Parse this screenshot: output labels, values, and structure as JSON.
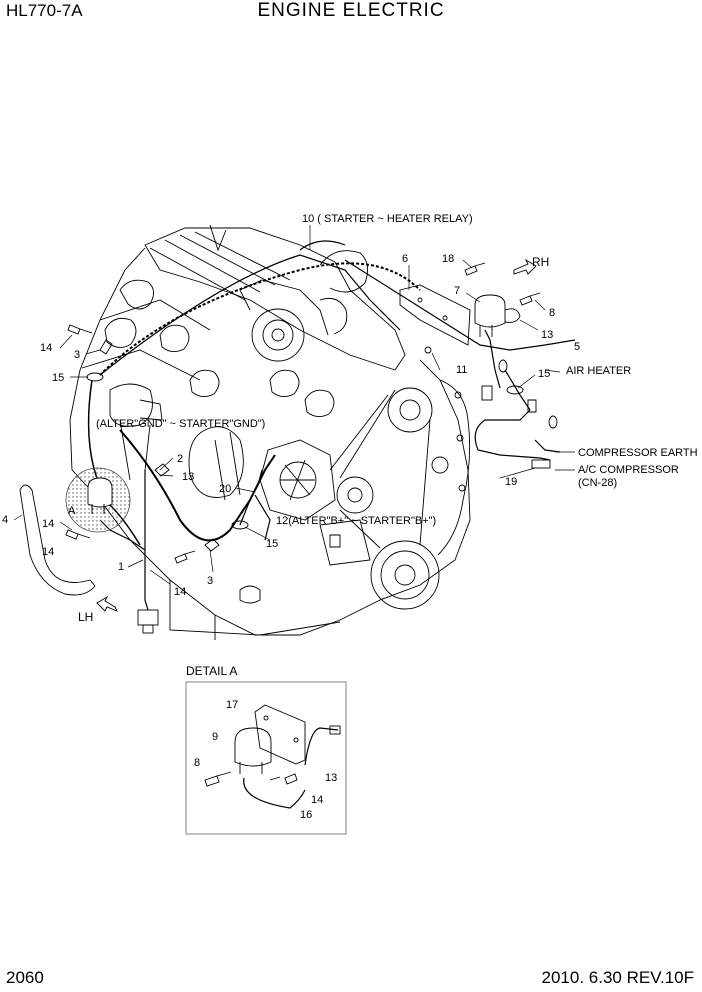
{
  "header": {
    "model": "HL770-7A",
    "title": "ENGINE ELECTRIC"
  },
  "footer": {
    "page_number": "2060",
    "revision": "2010. 6.30  REV.10F"
  },
  "annotations": {
    "starter_heater_relay": "10 ( STARTER ~ HEATER RELAY)",
    "alter_gnd": "(ALTER\"GND\" ~ STARTER\"GND\")",
    "alter_b": "12(ALTER\"B+\" ~ STARTER\"B+\")",
    "air_heater": "AIR HEATER",
    "compressor_earth": "COMPRESSOR EARTH",
    "ac_compressor_1": "A/C COMPRESSOR",
    "ac_compressor_2": "(CN-28)",
    "rh": "RH",
    "lh": "LH",
    "detail_marker": "A"
  },
  "callouts": {
    "c1": "1",
    "c2": "2",
    "c3a": "3",
    "c3b": "3",
    "c4": "4",
    "c5": "5",
    "c6": "6",
    "c7": "7",
    "c8a": "8",
    "c11": "11",
    "c13a": "13",
    "c13b": "13",
    "c14a": "14",
    "c14b": "14",
    "c14c": "14",
    "c14d": "14",
    "c15a": "15",
    "c15b": "15",
    "c15c": "15",
    "c18": "18",
    "c19": "19",
    "c20": "20"
  },
  "detail": {
    "title": "DETAIL A",
    "callouts": {
      "d17": "17",
      "d9": "9",
      "d8": "8",
      "d13": "13",
      "d14": "14",
      "d16": "16"
    }
  }
}
